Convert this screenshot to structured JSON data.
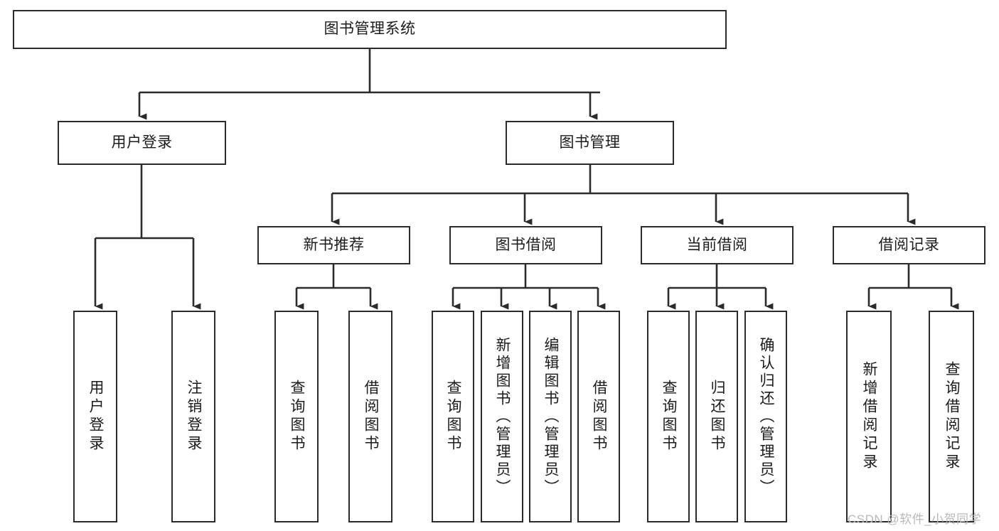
{
  "diagram": {
    "title": "图书管理系统",
    "type": "tree-hierarchy-diagram",
    "root": {
      "label": "图书管理系统"
    },
    "level2": [
      {
        "label": "用户登录"
      },
      {
        "label": "图书管理"
      }
    ],
    "level3": [
      {
        "label": "新书推荐"
      },
      {
        "label": "图书借阅"
      },
      {
        "label": "当前借阅"
      },
      {
        "label": "借阅记录"
      }
    ],
    "leaves": {
      "user_login": [
        {
          "label": "用户登录"
        },
        {
          "label": "注销登录"
        }
      ],
      "new_book_recommend": [
        {
          "label": "查询图书"
        },
        {
          "label": "借阅图书"
        }
      ],
      "book_borrow": [
        {
          "label": "查询图书"
        },
        {
          "label": "新增图书（管理员）"
        },
        {
          "label": "编辑图书（管理员）"
        },
        {
          "label": "借阅图书"
        }
      ],
      "current_borrow": [
        {
          "label": "查询图书"
        },
        {
          "label": "归还图书"
        },
        {
          "label": "确认归还（管理员）"
        }
      ],
      "borrow_record": [
        {
          "label": "新增借阅记录"
        },
        {
          "label": "查询借阅记录"
        }
      ]
    }
  },
  "watermark": {
    "text": "CSDN @软件_小贺同学"
  },
  "colors": {
    "stroke": "#2b2b2b",
    "box_fill": "#ffffff",
    "text": "#1b1b1b",
    "watermark": "#b9b9b9",
    "background": "#ffffff"
  }
}
